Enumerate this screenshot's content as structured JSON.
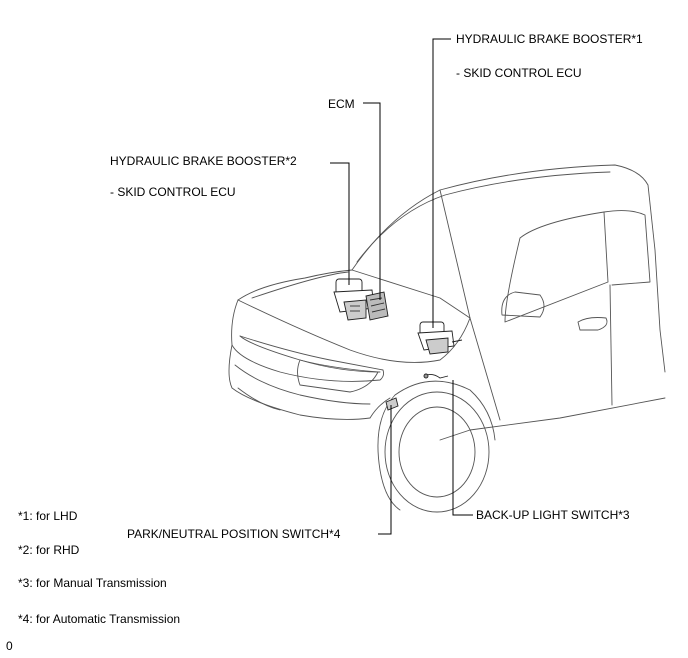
{
  "callouts": {
    "hbb1": "HYDRAULIC BRAKE BOOSTER*1",
    "hbb1_sub": "- SKID CONTROL ECU",
    "ecm": "ECM",
    "hbb2": "HYDRAULIC BRAKE BOOSTER*2",
    "hbb2_sub": "- SKID CONTROL ECU",
    "pnp": "PARK/NEUTRAL POSITION SWITCH*4",
    "backup": "BACK-UP LIGHT SWITCH*3"
  },
  "notes": [
    "*1: for LHD",
    "*2: for RHD",
    "*3: for Manual Transmission",
    "*4: for Automatic Transmission"
  ],
  "figure_id": "0"
}
